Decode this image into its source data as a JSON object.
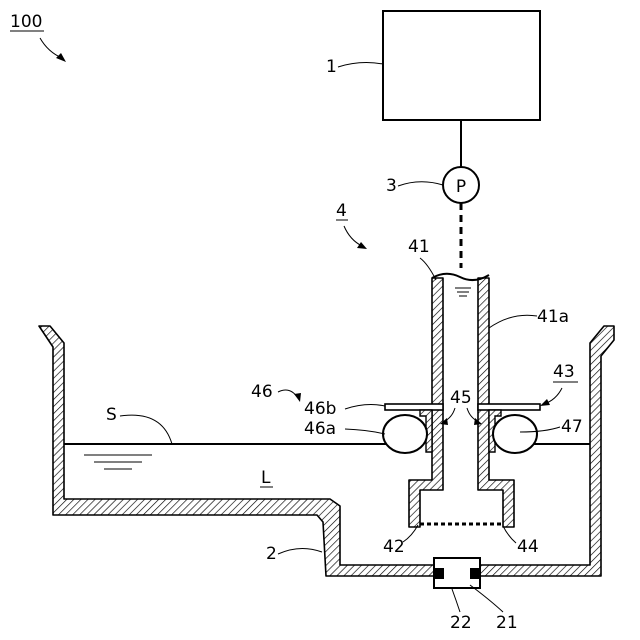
{
  "labels": {
    "system": "100",
    "unit_box": "1",
    "pump_ref": "3",
    "pump_symbol": "P",
    "assembly": "4",
    "pipe": "41",
    "pipe_outer": "41a",
    "tank": "2",
    "surface": "S",
    "liquid": "L",
    "float_group": "46",
    "float_top": "46b",
    "float_side": "46a",
    "gap": "45",
    "float_unit": "43",
    "float_ball": "47",
    "mesh": "42",
    "mouth": "44",
    "drain": "22",
    "drain_fitting": "21"
  }
}
